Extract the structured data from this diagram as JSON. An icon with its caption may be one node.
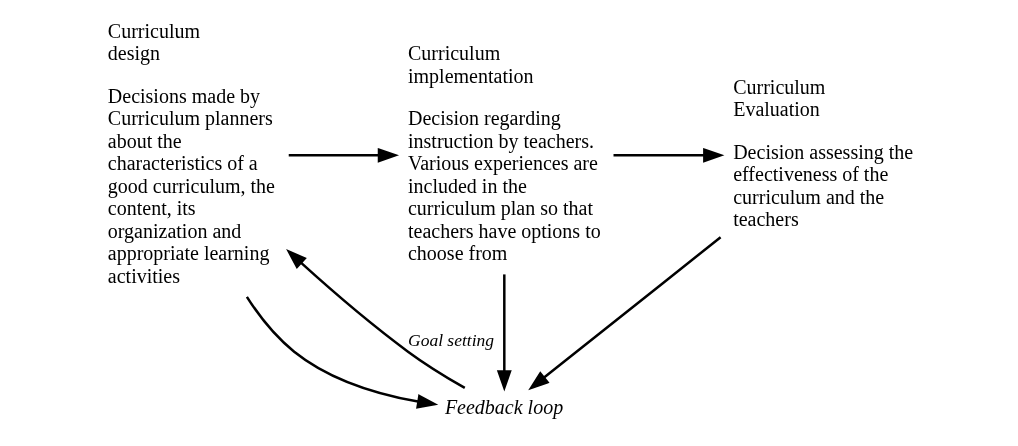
{
  "diagram": {
    "nodes": [
      {
        "text": [
          "Curriculum design",
          "Decisions made by Curriculum planners about the characteristics of a good curriculum, the content, its organization and appropriate learning activities"
        ]
      },
      {
        "text": [
          "Curriculum implementation",
          "Decision regarding instruction by teachers. Various experiences are included in the curriculum plan so that teachers have options to choose from"
        ]
      },
      {
        "text": [
          "Curriculum Evaluation",
          "Decision assessing the effectiveness of the curriculum and the teachers"
        ]
      },
      {
        "text": [
          "Feedback loop"
        ]
      }
    ],
    "edges": [
      {
        "from": 0,
        "to": 1,
        "arrow": "to"
      },
      {
        "from": 1,
        "to": 2,
        "arrow": "to"
      },
      {
        "from": 0,
        "to": 3,
        "arrow": "to"
      },
      {
        "from": 1,
        "to": 3,
        "arrow": "to"
      },
      {
        "from": 2,
        "to": 3,
        "arrow": "to"
      },
      {
        "from": 3,
        "to": 0,
        "arrow": "to",
        "label": "Goal setting"
      }
    ]
  }
}
